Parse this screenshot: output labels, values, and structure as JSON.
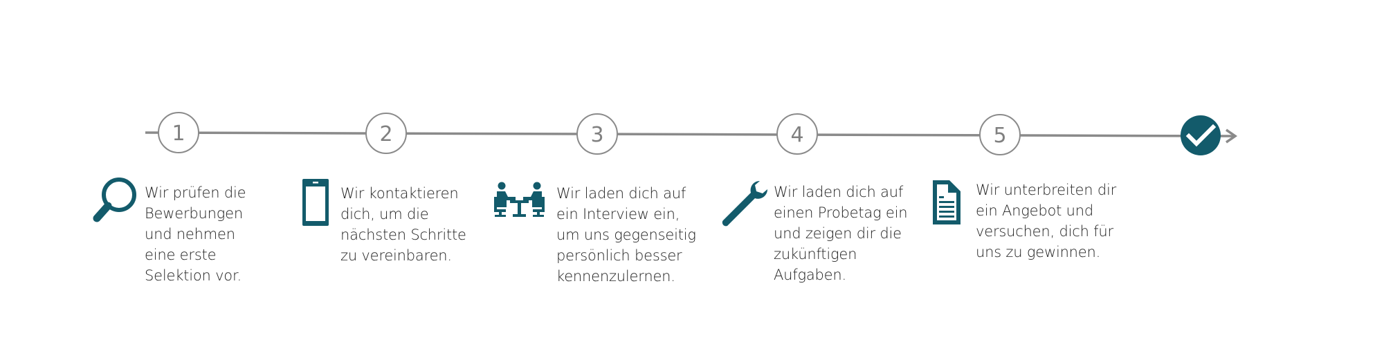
{
  "colors": {
    "accent": "#135B6B",
    "line": "#8A8A8A",
    "circle_stroke": "#8A8A8A",
    "number": "#808080",
    "text": "#222222"
  },
  "timeline": {
    "steps": [
      {
        "number": "1",
        "icon": "magnifier-icon",
        "lines": [
          "Wir prüfen die",
          "Bewerbungen",
          "und nehmen",
          "eine erste",
          "Selektion vor."
        ]
      },
      {
        "number": "2",
        "icon": "smartphone-icon",
        "lines": [
          "Wir kontaktieren",
          "dich, um die",
          "nächsten Schritte",
          "zu vereinbaren."
        ]
      },
      {
        "number": "3",
        "icon": "interview-meeting-icon",
        "lines": [
          "Wir laden dich auf",
          "ein Interview ein,",
          "um uns gegenseitig",
          "persönlich besser",
          "kennenzulernen."
        ]
      },
      {
        "number": "4",
        "icon": "wrench-icon",
        "lines": [
          "Wir laden dich auf",
          "einen Probetag ein",
          "und zeigen dir die",
          "zukünftigen",
          "Aufgaben."
        ]
      },
      {
        "number": "5",
        "icon": "document-icon",
        "lines": [
          "Wir unterbreiten dir",
          "ein Angebot und",
          "versuchen, dich für",
          "uns zu gewinnen."
        ]
      }
    ],
    "final": {
      "icon": "checkmark-icon",
      "arrow": "arrow-right-icon"
    }
  }
}
